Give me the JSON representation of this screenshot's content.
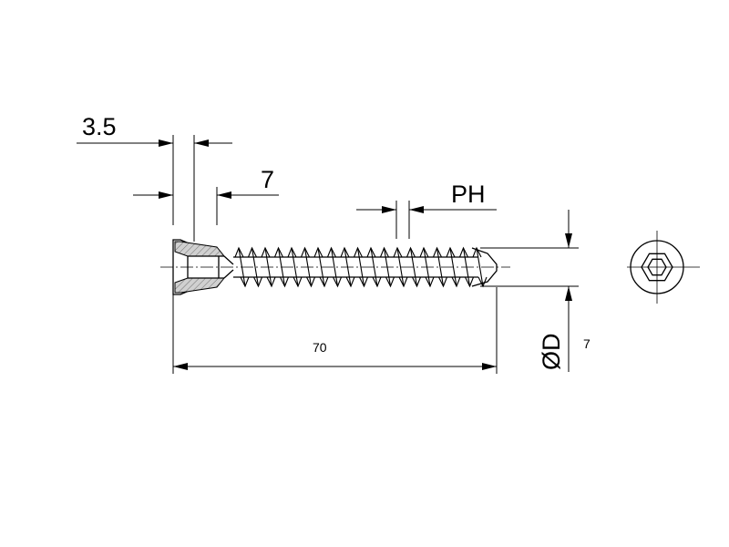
{
  "dimensions": {
    "head_thickness": "3.5",
    "counterbore": "7",
    "pitch_label": "PH",
    "total_length": "70",
    "diameter_label": "ØD",
    "diameter_value": "7"
  },
  "icons": {
    "end_view": "hex-socket-end-view-icon"
  },
  "colors": {
    "line": "#000000",
    "section_fill": "#c9c9c9",
    "background": "#ffffff"
  }
}
